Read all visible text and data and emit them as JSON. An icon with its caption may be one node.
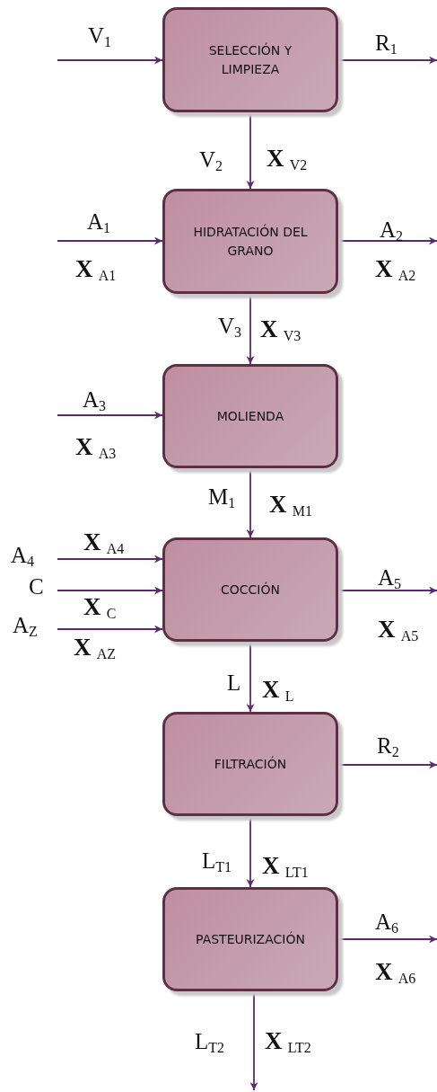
{
  "diagram": {
    "nodes": [
      {
        "text": [
          "SELECCIÓN Y LIMPIEZA"
        ]
      },
      {
        "text": [
          "HIDRATACIÓN DEL GRANO"
        ]
      },
      {
        "text": [
          "MOLIENDA"
        ]
      },
      {
        "text": [
          "COCCIÓN"
        ]
      },
      {
        "text": [
          "FILTRACIÓN"
        ]
      },
      {
        "text": [
          "PASTEURIZACIÓN"
        ]
      }
    ],
    "edges": [
      {
        "from": null,
        "to": 0,
        "arrow": "to",
        "label": "V$_{1}$"
      },
      {
        "from": 0,
        "to": null,
        "arrow": "to",
        "label": "R$_{1}$"
      },
      {
        "from": 0,
        "to": 1,
        "arrow": "to",
        "label": "V$_{2}$"
      },
      {
        "from": null,
        "to": 1,
        "arrow": "to",
        "label": "A$_{1}$"
      },
      {
        "from": 1,
        "to": null,
        "arrow": "to",
        "label": "A$_{2}$"
      },
      {
        "from": 1,
        "to": 2,
        "arrow": "to",
        "label": "V$_{3}$"
      },
      {
        "from": null,
        "to": 2,
        "arrow": "to",
        "label": "A$_{3}$"
      },
      {
        "from": 2,
        "to": 3,
        "arrow": "to",
        "label": "M$_{1}$"
      },
      {
        "from": null,
        "to": 3,
        "arrow": "to",
        "label": "A$_{4}$"
      },
      {
        "from": null,
        "to": 3,
        "arrow": "to",
        "label": "C"
      },
      {
        "from": null,
        "to": 3,
        "arrow": "to",
        "label": "A$_{Z}$"
      },
      {
        "from": 3,
        "to": null,
        "arrow": "to",
        "label": "A$_{5}$"
      },
      {
        "from": 3,
        "to": 4,
        "arrow": "to",
        "label": "L"
      },
      {
        "from": 4,
        "to": null,
        "arrow": "to",
        "label": "R$_{2}$"
      },
      {
        "from": 4,
        "to": 5,
        "arrow": "to",
        "label": "L$_{T1}$"
      },
      {
        "from": 5,
        "to": null,
        "arrow": "to",
        "label": "A$_{6}$"
      },
      {
        "from": 5,
        "to": null,
        "arrow": "to",
        "label": "L$_{T2}$"
      }
    ],
    "labels": [
      "**X** $_{V2}$",
      "**X** $_{A1}$",
      "**X** $_{A2}$",
      "**X** $_{V3}$",
      "**X** $_{A3}$",
      "**X** $_{M1}$",
      "**X** $_{A4}$",
      "**X** $_{C}$",
      "**X** $_{AZ}$",
      "**X** $_{A5}$",
      "**X** $_{L}$",
      "**X** $_{LT1}$",
      "**X** $_{A6}$",
      "**X** $_{LT2}$"
    ]
  }
}
